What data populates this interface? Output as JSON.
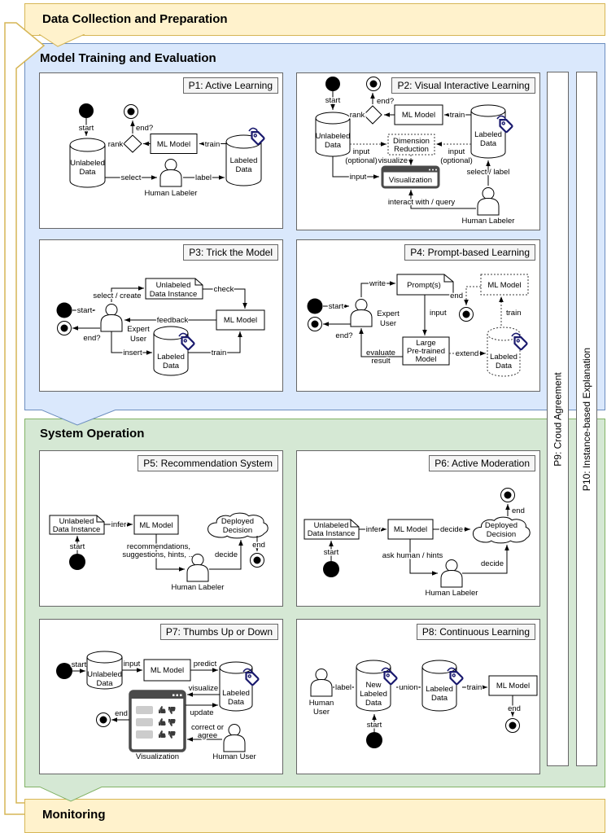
{
  "phases": {
    "data_collection": "Data Collection and Preparation",
    "training": "Model Training and Evaluation",
    "operation": "System Operation",
    "monitoring": "Monitoring"
  },
  "sidebars": {
    "p9": "P9: Croud Agreement",
    "p10": "P10: Instance-based Explanation"
  },
  "colors": {
    "banner_fill": "#FFF2CC",
    "banner_border": "#D6B656",
    "training_fill": "#DAE8FC",
    "training_border": "#6C8EBF",
    "operation_fill": "#D5E8D4",
    "operation_border": "#82B366",
    "panel_border": "#666666",
    "tag_icon": "#1A1A6E",
    "widget_frame": "#4A4A4A"
  },
  "panels": {
    "p1": {
      "title": "P1: Active Learning",
      "labels": {
        "start": "start",
        "endq": "end?",
        "rank": "rank",
        "ml": "ML Model",
        "train": "train",
        "unlabeled1": "Unlabeled",
        "unlabeled2": "Data",
        "select": "select",
        "human": "Human Labeler",
        "label": "label",
        "labeled1": "Labeled",
        "labeled2": "Data"
      }
    },
    "p2": {
      "title": "P2: Visual Interactive Learning",
      "labels": {
        "start": "start",
        "endq": "end?",
        "rank": "rank",
        "ml": "ML Model",
        "train": "train",
        "unlabeled1": "Unlabeled",
        "unlabeled2": "Data",
        "labeled1": "Labeled",
        "labeled2": "Data",
        "dim1": "Dimension",
        "dim2": "Reduction",
        "input_opt": "input",
        "optional": "(optional)",
        "visualize": "visualize",
        "input": "input",
        "viz": "Visualization",
        "interact": "interact with / query",
        "select_label": "select / label",
        "human": "Human Labeler"
      }
    },
    "p3": {
      "title": "P3: Trick the Model",
      "labels": {
        "start": "start",
        "endq": "end?",
        "select_create": "select / create",
        "udi1": "Unlabeled",
        "udi2": "Data Instance",
        "check": "check",
        "ml": "ML Model",
        "feedback": "feedback",
        "expert1": "Expert",
        "expert2": "User",
        "insert": "insert",
        "labeled1": "Labeled",
        "labeled2": "Data",
        "train": "train"
      }
    },
    "p4": {
      "title": "P4: Prompt-based Learning",
      "labels": {
        "start": "start",
        "endq": "end?",
        "write": "write",
        "prompts": "Prompt(s)",
        "input": "input",
        "lptm1": "Large",
        "lptm2": "Pre-trained",
        "lptm3": "Model",
        "evaluate1": "evaluate",
        "evaluate2": "result",
        "expert1": "Expert",
        "expert2": "User",
        "end": "end",
        "ml": "ML Model",
        "train": "train",
        "extend": "extend",
        "labeled1": "Labeled",
        "labeled2": "Data"
      }
    },
    "p5": {
      "title": "P5: Recommendation System",
      "labels": {
        "udi1": "Unlabeled",
        "udi2": "Data Instance",
        "start": "start",
        "infer": "infer",
        "ml": "ML Model",
        "rec1": "recommendations,",
        "rec2": "suggestions, hints, ...",
        "human": "Human Labeler",
        "decide": "decide",
        "cloud1": "Deployed",
        "cloud2": "Decision",
        "end": "end"
      }
    },
    "p6": {
      "title": "P6: Active Moderation",
      "labels": {
        "udi1": "Unlabeled",
        "udi2": "Data Instance",
        "start": "start",
        "infer": "infer",
        "ml": "ML Model",
        "decide1": "decide",
        "cloud1": "Deployed",
        "cloud2": "Decision",
        "ask": "ask human / hints",
        "human": "Human Labeler",
        "decide2": "decide",
        "end": "end"
      }
    },
    "p7": {
      "title": "P7: Thumbs Up or Down",
      "labels": {
        "start": "start",
        "unlabeled1": "Unlabeled",
        "unlabeled2": "Data",
        "input": "input",
        "ml": "ML Model",
        "predict": "predict",
        "labeled1": "Labeled",
        "labeled2": "Data",
        "visualize": "visualize",
        "update": "update",
        "correct1": "correct or",
        "correct2": "agree",
        "human": "Human User",
        "viz": "Visualization",
        "end": "end"
      }
    },
    "p8": {
      "title": "P8: Continuous Learning",
      "labels": {
        "human1": "Human",
        "human2": "User",
        "label": "label",
        "new1": "New",
        "new2": "Labeled",
        "new3": "Data",
        "start": "start",
        "union": "union",
        "labeled1": "Labeled",
        "labeled2": "Data",
        "train": "train",
        "ml": "ML Model",
        "end": "end"
      }
    }
  }
}
